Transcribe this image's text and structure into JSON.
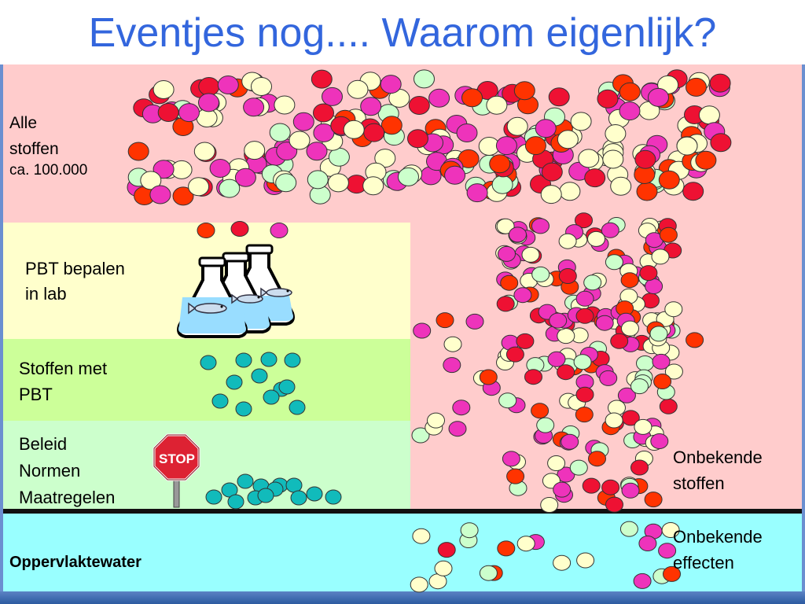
{
  "title": "Eventjes nog.... Waarom eigenlijk?",
  "labels": {
    "alle_stoffen": "Alle\nstoffen",
    "alle_count": "ca. 100.000",
    "pbt_bepalen": "PBT bepalen\nin lab",
    "stoffen_met_pbt": "Stoffen met\nPBT",
    "beleid": "Beleid\nNormen\nMaatregelen",
    "oppervlaktewater": "Oppervlaktewater",
    "onbekende_stoffen": "Onbekende\nstoffen",
    "onbekende_effecten": "Onbekende\neffecten"
  },
  "stop_sign": "STOP",
  "colors": {
    "title": "#3366dd",
    "region_all": "#ffcccc",
    "region_lab": "#ffffcc",
    "region_pbt": "#ccff99",
    "region_policy": "#ccffcc",
    "region_water": "#99ffff",
    "dot_red": "#ee1133",
    "dot_orange": "#ff3300",
    "dot_magenta": "#ee33bb",
    "dot_cream": "#ffffcc",
    "dot_mint": "#ccffcc",
    "dot_teal": "#11bbbb",
    "stop_red": "#dd2233"
  },
  "icons": [
    "flask-icon",
    "fish-icon",
    "stop-sign-icon"
  ]
}
